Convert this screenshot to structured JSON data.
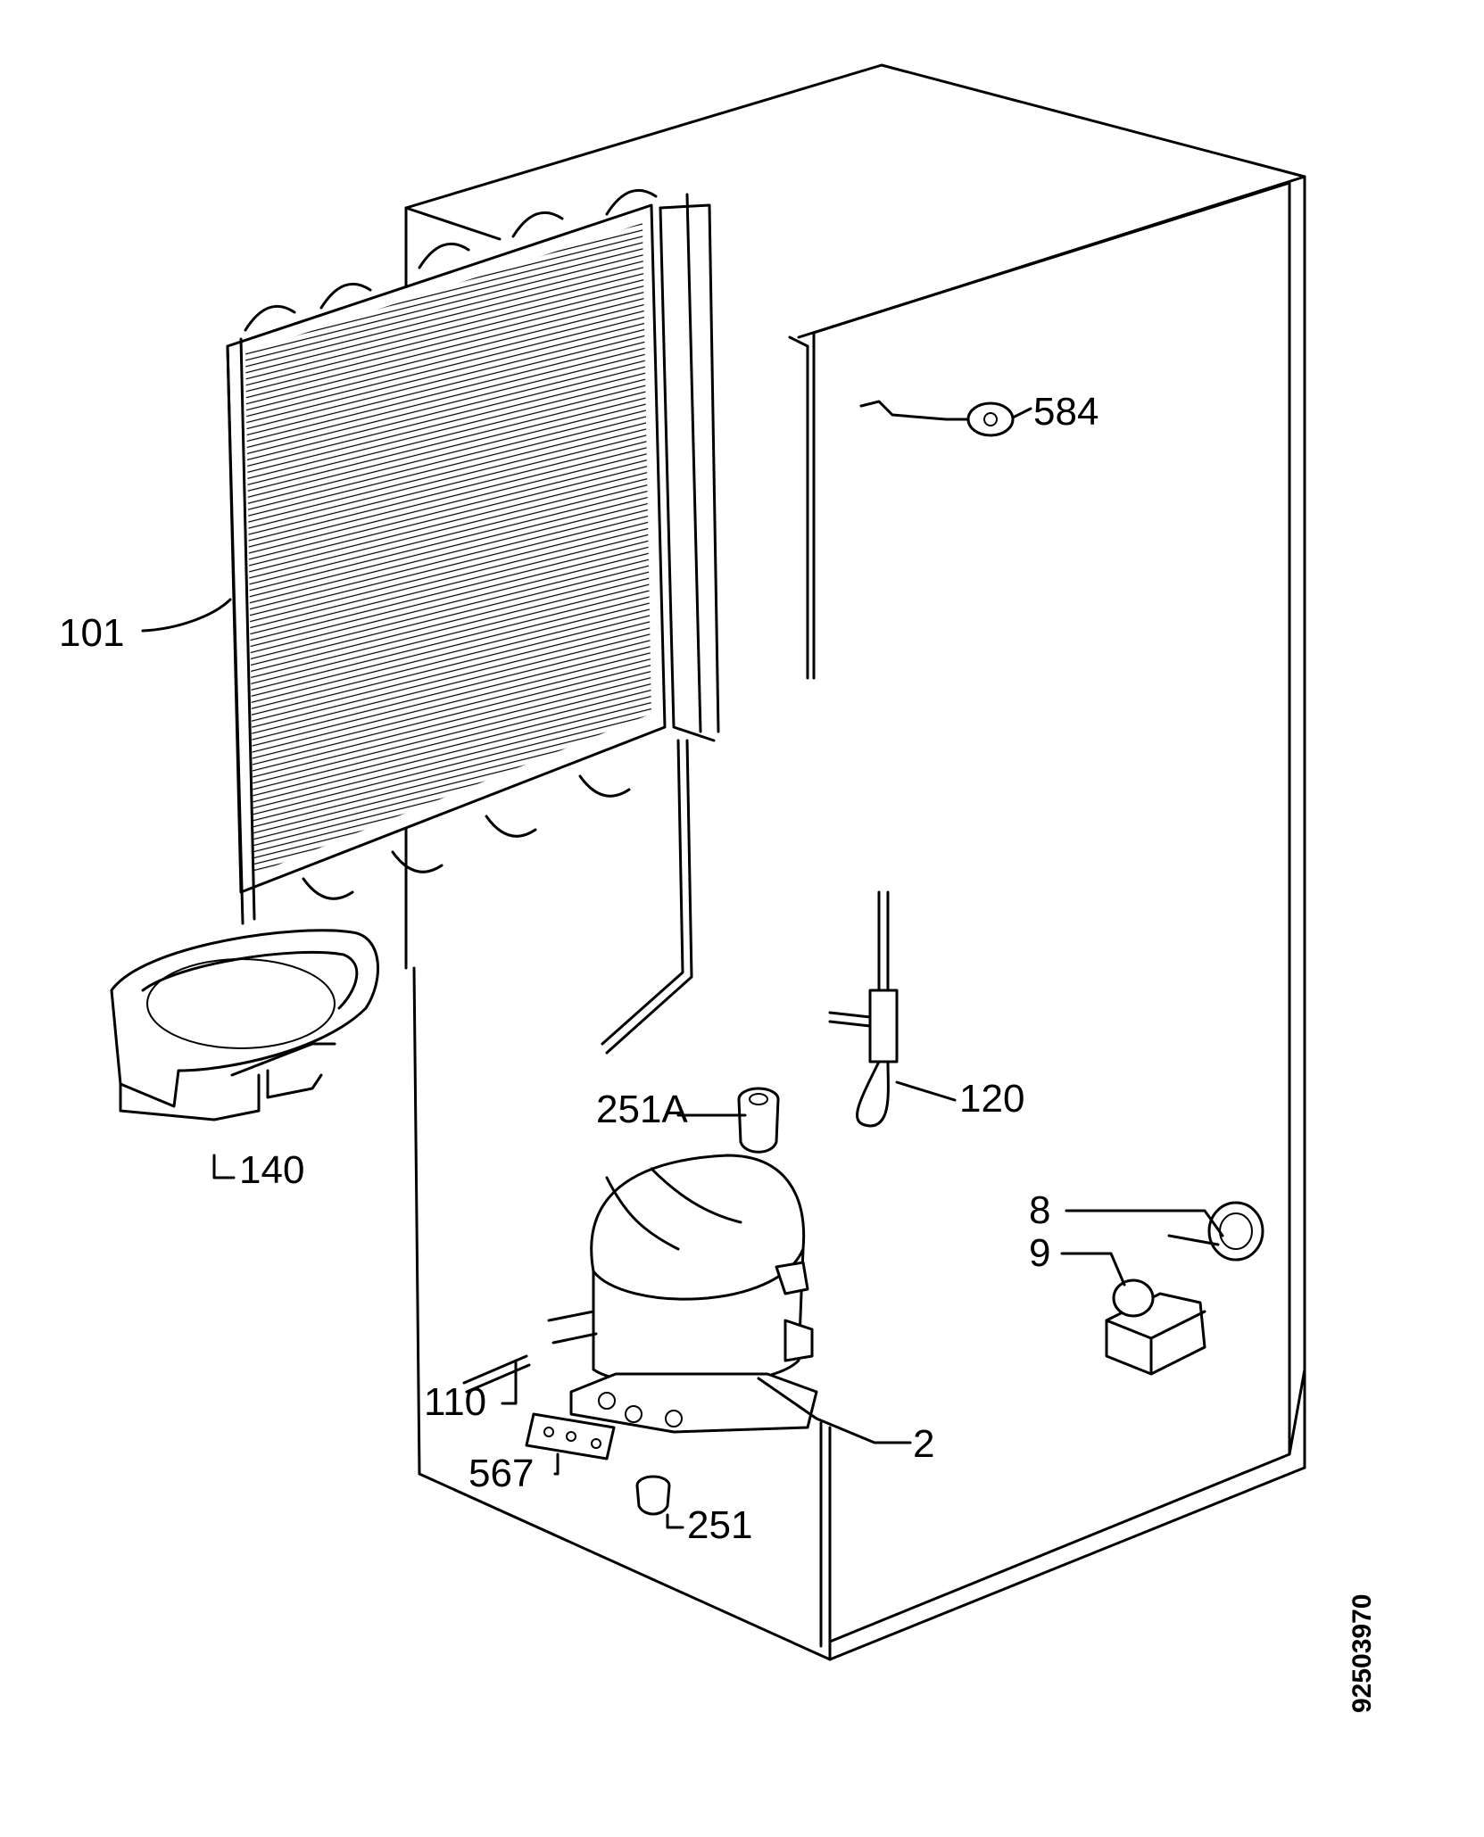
{
  "diagram": {
    "labels": {
      "p101": "101",
      "p140": "140",
      "p584": "584",
      "p120": "120",
      "p251a": "251A",
      "p8": "8",
      "p9": "9",
      "p2": "2",
      "p110": "110",
      "p567": "567",
      "p251": "251"
    },
    "reference_number": "92503970"
  }
}
